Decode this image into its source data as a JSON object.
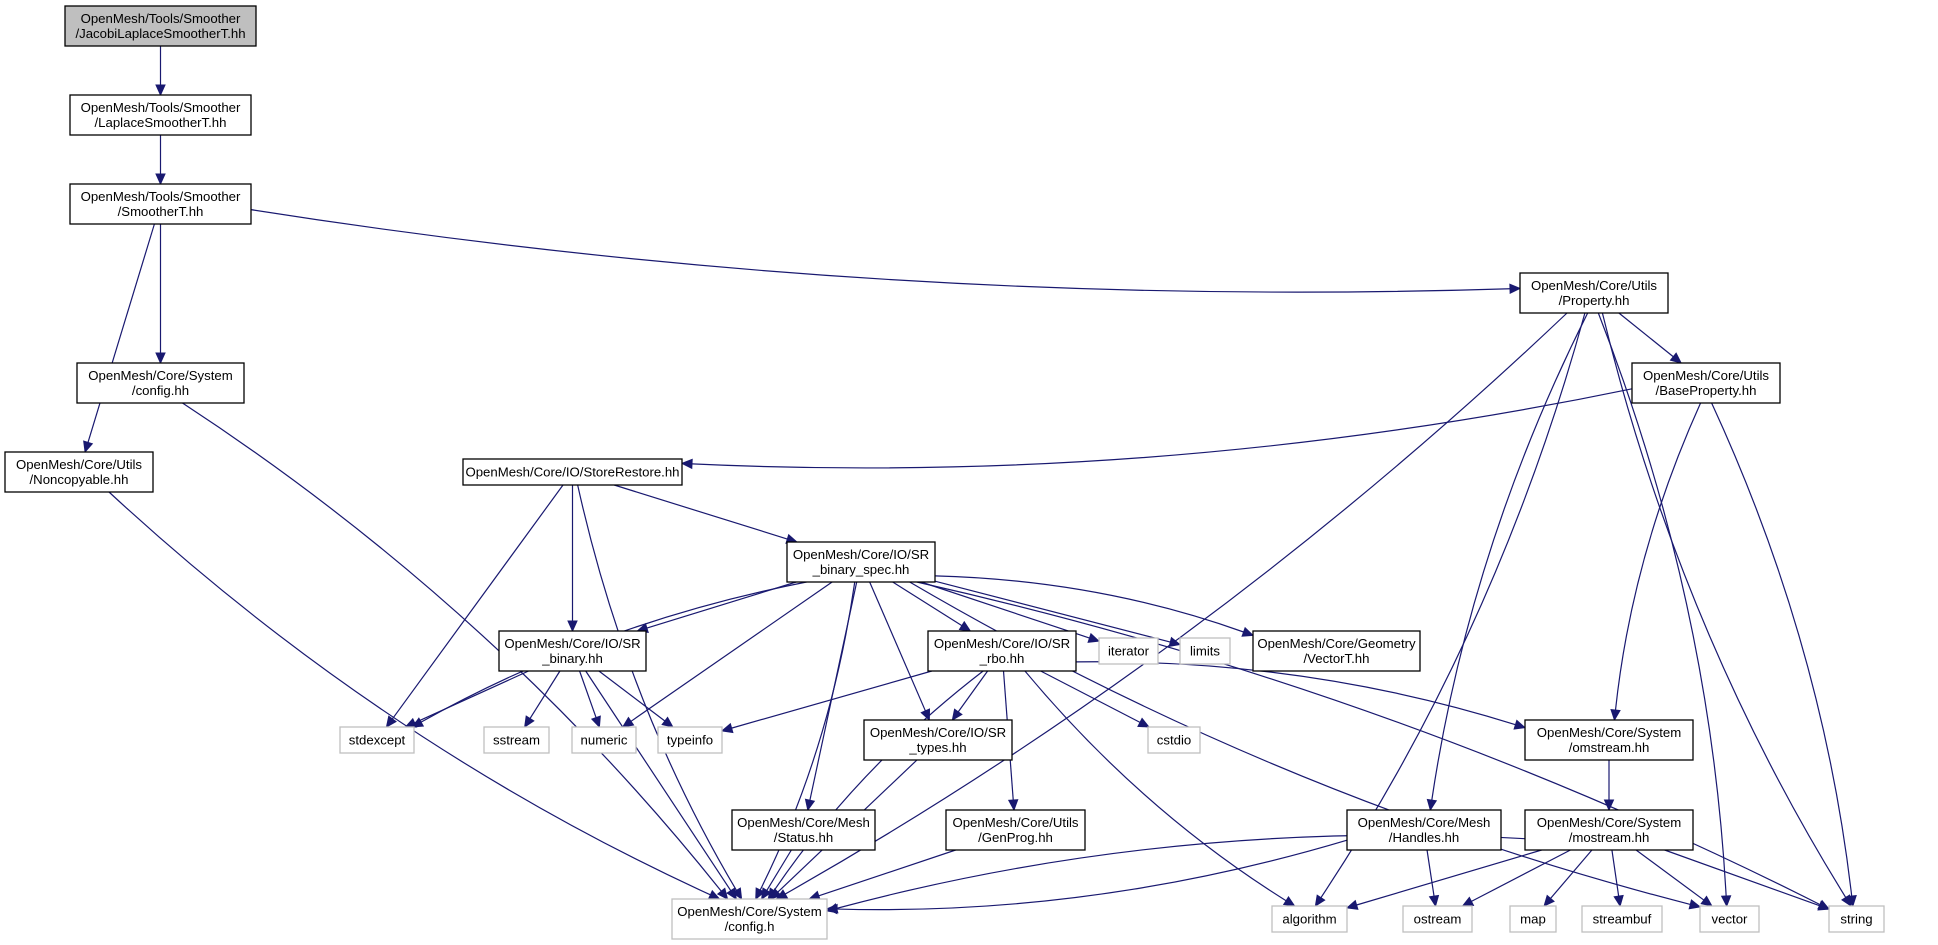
{
  "title": "Include dependency graph for JacobiLaplaceSmootherT.hh",
  "colors": {
    "edge": "#191970",
    "root_fill": "#bfbfbf",
    "node_border": "#000000",
    "external_border": "#bfbfbf"
  },
  "nodes": [
    {
      "id": "jacobi",
      "lines": [
        "OpenMesh/Tools/Smoother",
        "/JacobiLaplaceSmootherT.hh"
      ],
      "kind": "root"
    },
    {
      "id": "laplace",
      "lines": [
        "OpenMesh/Tools/Smoother",
        "/LaplaceSmootherT.hh"
      ],
      "kind": "internal"
    },
    {
      "id": "smoother",
      "lines": [
        "OpenMesh/Tools/Smoother",
        "/SmootherT.hh"
      ],
      "kind": "internal"
    },
    {
      "id": "config_hh",
      "lines": [
        "OpenMesh/Core/System",
        "/config.hh"
      ],
      "kind": "internal"
    },
    {
      "id": "noncopyable",
      "lines": [
        "OpenMesh/Core/Utils",
        "/Noncopyable.hh"
      ],
      "kind": "internal"
    },
    {
      "id": "property",
      "lines": [
        "OpenMesh/Core/Utils",
        "/Property.hh"
      ],
      "kind": "internal"
    },
    {
      "id": "baseproperty",
      "lines": [
        "OpenMesh/Core/Utils",
        "/BaseProperty.hh"
      ],
      "kind": "internal"
    },
    {
      "id": "storerestore",
      "lines": [
        "OpenMesh/Core/IO/StoreRestore.hh"
      ],
      "kind": "internal"
    },
    {
      "id": "sr_binary_spec",
      "lines": [
        "OpenMesh/Core/IO/SR",
        "_binary_spec.hh"
      ],
      "kind": "internal"
    },
    {
      "id": "sr_binary",
      "lines": [
        "OpenMesh/Core/IO/SR",
        "_binary.hh"
      ],
      "kind": "internal"
    },
    {
      "id": "sr_rbo",
      "lines": [
        "OpenMesh/Core/IO/SR",
        "_rbo.hh"
      ],
      "kind": "internal"
    },
    {
      "id": "iterator",
      "lines": [
        "iterator"
      ],
      "kind": "external"
    },
    {
      "id": "limits",
      "lines": [
        "limits"
      ],
      "kind": "external"
    },
    {
      "id": "vectort",
      "lines": [
        "OpenMesh/Core/Geometry",
        "/VectorT.hh"
      ],
      "kind": "internal"
    },
    {
      "id": "stdexcept",
      "lines": [
        "stdexcept"
      ],
      "kind": "external"
    },
    {
      "id": "sstream",
      "lines": [
        "sstream"
      ],
      "kind": "external"
    },
    {
      "id": "numeric",
      "lines": [
        "numeric"
      ],
      "kind": "external"
    },
    {
      "id": "typeinfo",
      "lines": [
        "typeinfo"
      ],
      "kind": "external"
    },
    {
      "id": "sr_types",
      "lines": [
        "OpenMesh/Core/IO/SR",
        "_types.hh"
      ],
      "kind": "internal"
    },
    {
      "id": "cstdio",
      "lines": [
        "cstdio"
      ],
      "kind": "external"
    },
    {
      "id": "omstream",
      "lines": [
        "OpenMesh/Core/System",
        "/omstream.hh"
      ],
      "kind": "internal"
    },
    {
      "id": "status",
      "lines": [
        "OpenMesh/Core/Mesh",
        "/Status.hh"
      ],
      "kind": "internal"
    },
    {
      "id": "genprog",
      "lines": [
        "OpenMesh/Core/Utils",
        "/GenProg.hh"
      ],
      "kind": "internal"
    },
    {
      "id": "handles",
      "lines": [
        "OpenMesh/Core/Mesh",
        "/Handles.hh"
      ],
      "kind": "internal"
    },
    {
      "id": "mostream",
      "lines": [
        "OpenMesh/Core/System",
        "/mostream.hh"
      ],
      "kind": "internal"
    },
    {
      "id": "config_h",
      "lines": [
        "OpenMesh/Core/System",
        "/config.h"
      ],
      "kind": "external"
    },
    {
      "id": "algorithm",
      "lines": [
        "algorithm"
      ],
      "kind": "external"
    },
    {
      "id": "ostream",
      "lines": [
        "ostream"
      ],
      "kind": "external"
    },
    {
      "id": "map",
      "lines": [
        "map"
      ],
      "kind": "external"
    },
    {
      "id": "streambuf",
      "lines": [
        "streambuf"
      ],
      "kind": "external"
    },
    {
      "id": "vector",
      "lines": [
        "vector"
      ],
      "kind": "external"
    },
    {
      "id": "string",
      "lines": [
        "string"
      ],
      "kind": "external"
    }
  ],
  "edges": [
    [
      "jacobi",
      "laplace"
    ],
    [
      "laplace",
      "smoother"
    ],
    [
      "smoother",
      "config_hh"
    ],
    [
      "smoother",
      "noncopyable"
    ],
    [
      "smoother",
      "property"
    ],
    [
      "config_hh",
      "config_h"
    ],
    [
      "noncopyable",
      "config_h"
    ],
    [
      "property",
      "config_h"
    ],
    [
      "property",
      "baseproperty"
    ],
    [
      "property",
      "algorithm"
    ],
    [
      "property",
      "handles"
    ],
    [
      "property",
      "vector"
    ],
    [
      "property",
      "string"
    ],
    [
      "baseproperty",
      "storerestore"
    ],
    [
      "baseproperty",
      "omstream"
    ],
    [
      "baseproperty",
      "string"
    ],
    [
      "storerestore",
      "config_h"
    ],
    [
      "storerestore",
      "stdexcept"
    ],
    [
      "storerestore",
      "sr_binary"
    ],
    [
      "storerestore",
      "sr_binary_spec"
    ],
    [
      "sr_binary_spec",
      "stdexcept"
    ],
    [
      "sr_binary_spec",
      "sr_binary"
    ],
    [
      "sr_binary_spec",
      "numeric"
    ],
    [
      "sr_binary_spec",
      "config_h"
    ],
    [
      "sr_binary_spec",
      "status"
    ],
    [
      "sr_binary_spec",
      "sr_types"
    ],
    [
      "sr_binary_spec",
      "sr_rbo"
    ],
    [
      "sr_binary_spec",
      "iterator"
    ],
    [
      "sr_binary_spec",
      "limits"
    ],
    [
      "sr_binary_spec",
      "vectort"
    ],
    [
      "sr_binary_spec",
      "vector"
    ],
    [
      "sr_binary_spec",
      "string"
    ],
    [
      "sr_binary",
      "stdexcept"
    ],
    [
      "sr_binary",
      "config_h"
    ],
    [
      "sr_binary",
      "sstream"
    ],
    [
      "sr_binary",
      "numeric"
    ],
    [
      "sr_binary",
      "typeinfo"
    ],
    [
      "sr_rbo",
      "typeinfo"
    ],
    [
      "sr_rbo",
      "sr_types"
    ],
    [
      "sr_rbo",
      "genprog"
    ],
    [
      "sr_rbo",
      "config_h"
    ],
    [
      "sr_rbo",
      "cstdio"
    ],
    [
      "sr_rbo",
      "algorithm"
    ],
    [
      "sr_rbo",
      "omstream"
    ],
    [
      "sr_types",
      "config_h"
    ],
    [
      "status",
      "config_h"
    ],
    [
      "genprog",
      "config_h"
    ],
    [
      "handles",
      "config_h"
    ],
    [
      "handles",
      "ostream"
    ],
    [
      "omstream",
      "mostream"
    ],
    [
      "mostream",
      "config_h"
    ],
    [
      "mostream",
      "algorithm"
    ],
    [
      "mostream",
      "ostream"
    ],
    [
      "mostream",
      "map"
    ],
    [
      "mostream",
      "streambuf"
    ],
    [
      "mostream",
      "vector"
    ],
    [
      "mostream",
      "string"
    ]
  ]
}
